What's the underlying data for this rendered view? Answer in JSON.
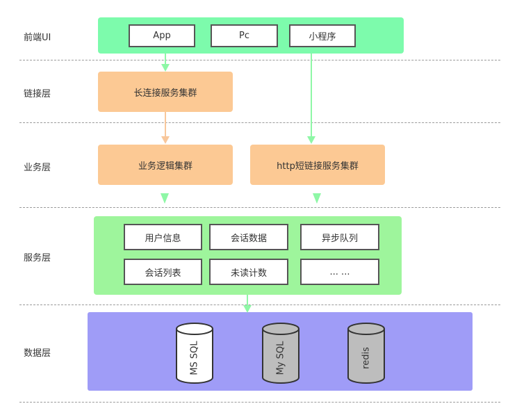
{
  "layers": {
    "frontend": "前端UI",
    "link": "链接层",
    "business": "业务层",
    "service": "服务层",
    "data": "数据层"
  },
  "frontend": {
    "app": "App",
    "pc": "Pc",
    "miniprogram": "小程序"
  },
  "link": {
    "long_conn": "长连接服务集群"
  },
  "business": {
    "logic": "业务逻辑集群",
    "http": "http短链接服务集群"
  },
  "service": {
    "user_info": "用户信息",
    "session_data": "会话数据",
    "async_queue": "异步队列",
    "session_list": "会话列表",
    "unread_count": "未读计数",
    "more": "... ..."
  },
  "data": {
    "mssql": "MS SQL",
    "mysql": "My SQL",
    "redis": "redis"
  },
  "colors": {
    "frontend_band": "#7dfbac",
    "orange": "#fcc994",
    "service_band": "#9ef59c",
    "data_band": "#9f9cf7",
    "arrow_green": "#8ef7a6",
    "arrow_orange": "#f8c79b",
    "cyl_white": "#ffffff",
    "cyl_gray": "#bdbdbd"
  }
}
